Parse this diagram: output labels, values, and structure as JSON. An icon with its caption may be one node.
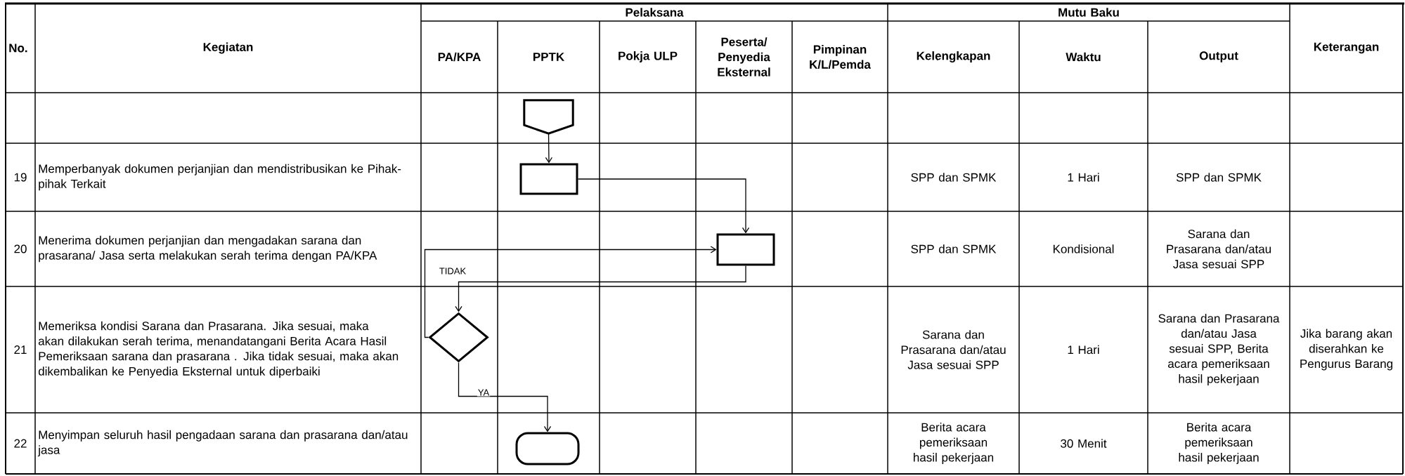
{
  "diagram": {
    "nodes": [
      {
        "text": [],
        "shape": "pentagon"
      },
      {
        "text": [],
        "shape": "box"
      },
      {
        "text": [],
        "shape": "box"
      },
      {
        "text": [],
        "shape": "diamond"
      },
      {
        "text": [],
        "shape": "capsule"
      }
    ],
    "edges": [
      {
        "from": 0,
        "to": 1,
        "arrow": "to"
      },
      {
        "from": 1,
        "to": 2,
        "arrow": "to"
      },
      {
        "from": 3,
        "to": 2,
        "arrow": "to",
        "label": "TIDAK"
      },
      {
        "from": 2,
        "to": 3,
        "arrow": "to"
      },
      {
        "from": 3,
        "to": 4,
        "arrow": "to",
        "label": "YA"
      }
    ],
    "labels": [
      "No.",
      "Kegiatan",
      "Pelaksana",
      "Mutu Baku",
      "Keterangan",
      "PA/KPA",
      "PPTK",
      "Pokja ULP",
      "Peserta/ Penyedia Eksternal",
      "Pimpinan K/L/Pemda",
      "Kelengkapan",
      "Waktu",
      "Output",
      "19",
      "Memperbanyak dokumen perjanjian dan mendistribusikan ke Pihak-pihak Terkait",
      "SPP dan SPMK",
      "1 Hari",
      "SPP dan SPMK",
      "20",
      "Menerima dokumen perjanjian dan mengadakan sarana dan prasarana/ Jasa serta melakukan serah terima dengan PA/KPA",
      "SPP dan SPMK",
      "Kondisional",
      "Sarana dan Prasarana dan/atau Jasa sesuai SPP",
      "21",
      "Memeriksa kondisi Sarana dan Prasarana. Jika sesuai, maka akan dilakukan serah terima, menandatangani Berita Acara Hasil Pemeriksaan sarana dan prasarana . Jika tidak sesuai, maka akan dikembalikan ke Penyedia Eksternal untuk diperbaiki",
      "Sarana dan Prasarana dan/atau Jasa sesuai SPP",
      "1 Hari",
      "Sarana dan Prasarana dan/atau Jasa sesuai SPP, Berita acara pemeriksaan hasil pekerjaan",
      "Jika barang akan diserahkan ke Pengurus Barang",
      "22",
      "Menyimpan seluruh hasil pengadaan sarana dan prasarana dan/atau jasa",
      "Berita acara pemeriksaan hasil pekerjaan",
      "30 Menit",
      "Berita acara pemeriksaan hasil pekerjaan"
    ]
  }
}
